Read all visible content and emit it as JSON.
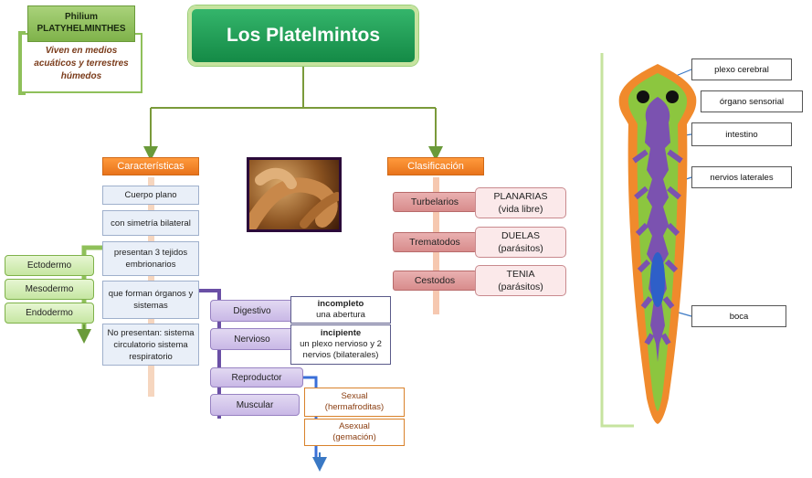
{
  "phylum": {
    "line1": "Philium",
    "line2": "PLATYHELMINTHES"
  },
  "habitat": "Viven en medios acuáticos y terrestres húmedos",
  "title": "Los Platelmintos",
  "caracteristicas": {
    "header": "Características",
    "items": [
      "Cuerpo plano",
      "con simetría bilateral",
      "presentan 3 tejidos embrionarios",
      "que forman órganos y sistemas",
      "No presentan: sistema circulatorio sistema respiratorio"
    ]
  },
  "tejidos": [
    "Ectodermo",
    "Mesodermo",
    "Endodermo"
  ],
  "sistemas": [
    {
      "name": "Digestivo",
      "desc_bold": "incompleto",
      "desc": "una abertura"
    },
    {
      "name": "Nervioso",
      "desc_bold": "incipiente",
      "desc": "un plexo nervioso y 2 nervios (bilaterales)"
    },
    {
      "name": "Reproductor"
    },
    {
      "name": "Muscular"
    }
  ],
  "reproduccion": [
    "Sexual (hermafroditas)",
    "Asexual (gemación)"
  ],
  "clasificacion": {
    "header": "Clasificación",
    "items": [
      {
        "group": "Turbelarios",
        "example": "PLANARIAS",
        "note": "(vida libre)"
      },
      {
        "group": "Trematodos",
        "example": "DUELAS",
        "note": "(parásitos)"
      },
      {
        "group": "Cestodos",
        "example": "TENIA",
        "note": "(parásitos)"
      }
    ]
  },
  "anatomy_labels": [
    "plexo cerebral",
    "órgano sensorial",
    "intestino",
    "nervios laterales",
    "boca"
  ],
  "colors": {
    "title_green": "#1e9b55",
    "orange": "#f08a2c",
    "green": "#7fb24a",
    "purple": "#6a4fa5",
    "blue_arrow": "#3a78c4"
  }
}
